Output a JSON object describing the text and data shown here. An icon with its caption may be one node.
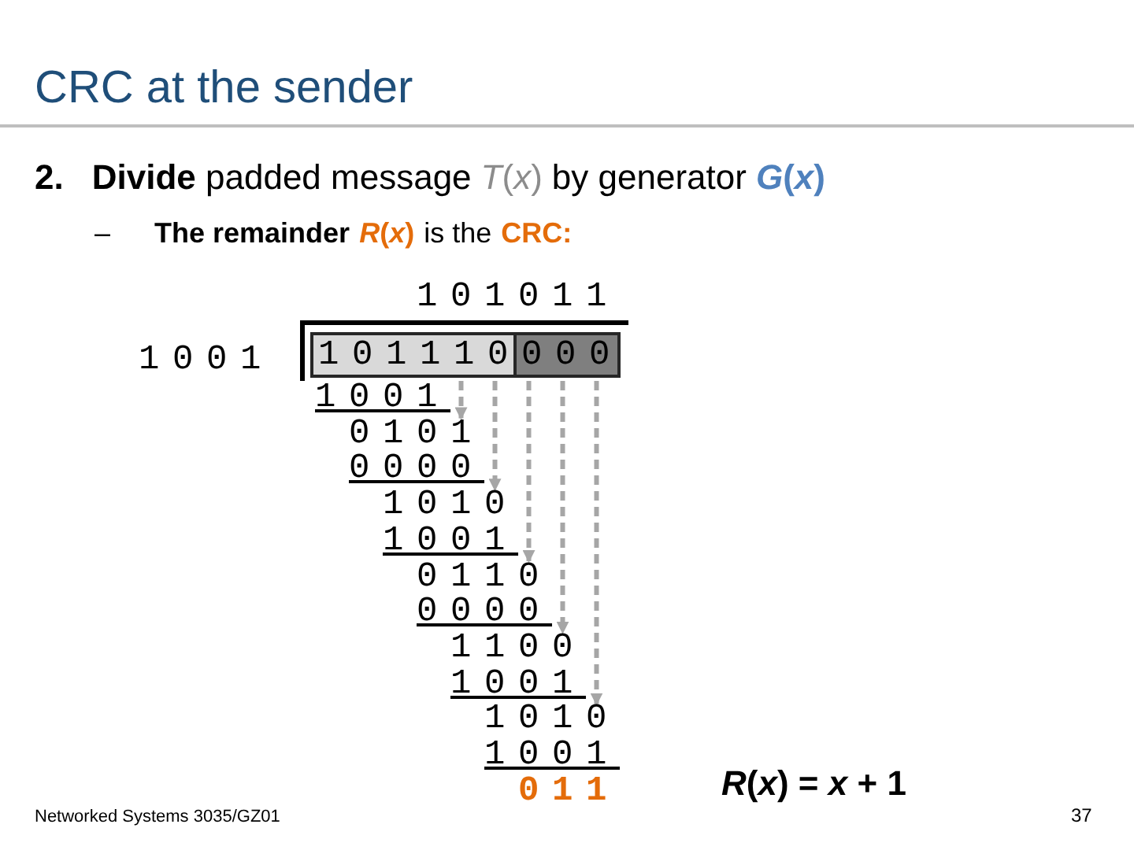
{
  "diagram": {
    "title": "CRC at the sender",
    "nodes": [
      {
        "text": [
          "101110"
        ]
      },
      {
        "text": [
          "000"
        ]
      },
      {
        "text": [
          "0101"
        ]
      },
      {
        "text": [
          "1010"
        ]
      },
      {
        "text": [
          "0110"
        ]
      },
      {
        "text": [
          "1100"
        ]
      },
      {
        "text": [
          "1010"
        ]
      }
    ],
    "edges": [
      {
        "from": 0,
        "to": 2,
        "arrow": "to",
        "style": "dashed"
      },
      {
        "from": 0,
        "to": 3,
        "arrow": "to",
        "style": "dashed"
      },
      {
        "from": 1,
        "to": 4,
        "arrow": "to",
        "style": "dashed"
      },
      {
        "from": 1,
        "to": 5,
        "arrow": "to",
        "style": "dashed"
      },
      {
        "from": 1,
        "to": 6,
        "arrow": "to",
        "style": "dashed"
      }
    ],
    "labels": [
      "2.",
      "**Divide** padded message",
      "*T*(*x*)",
      "by generator",
      "*G*(*x*)",
      "–",
      "The remainder",
      "*R*(*x*)",
      "is the",
      "CRC:",
      "101011",
      "1001",
      "1001",
      "0000",
      "1001",
      "0000",
      "1001",
      "1001",
      "011",
      "*R*(*x*) = *x* + 1",
      "Networked Systems 3035/GZ01",
      "37"
    ]
  }
}
